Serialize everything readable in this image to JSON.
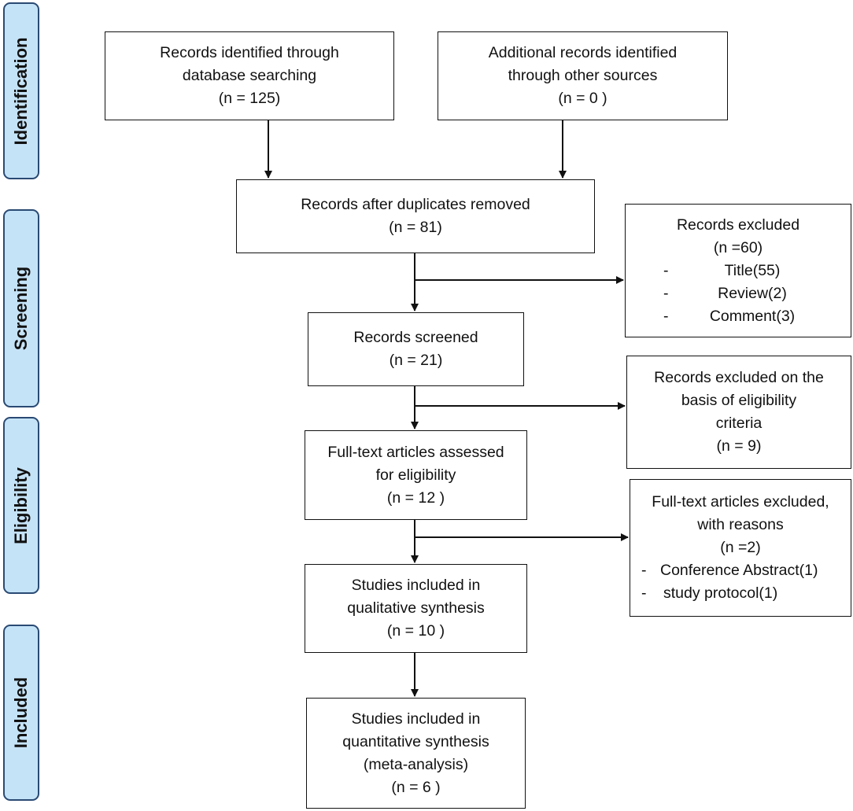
{
  "phases": {
    "identification": "Identification",
    "screening": "Screening",
    "eligibility": "Eligibility",
    "included": "Included"
  },
  "boxes": {
    "db_search": {
      "l1": "Records identified through",
      "l2": "database searching",
      "l3": "(n = 125)"
    },
    "other_sources": {
      "l1": "Additional records identified",
      "l2": "through other sources",
      "l3": "(n = 0 )"
    },
    "dup_removed": {
      "l1": "Records after duplicates removed",
      "l2": "(n = 81)"
    },
    "excluded": {
      "title": "Records excluded",
      "count": "(n =60)",
      "items": [
        "Title(55)",
        "Review(2)",
        "Comment(3)"
      ]
    },
    "screened": {
      "l1": "Records screened",
      "l2": "(n = 21)"
    },
    "excluded_elig": {
      "l1": "Records excluded on the",
      "l2": "basis of eligibility",
      "l3": "criteria",
      "l4": "(n = 9)"
    },
    "fulltext": {
      "l1": "Full-text articles assessed",
      "l2": "for eligibility",
      "l3": "(n = 12 )"
    },
    "fulltext_excluded": {
      "l1": "Full-text articles excluded,",
      "l2": "with reasons",
      "l3": "(n =2)",
      "items": [
        "Conference Abstract(1)",
        "study protocol(1)"
      ]
    },
    "qualitative": {
      "l1": "Studies included in",
      "l2": "qualitative synthesis",
      "l3": "(n = 10 )"
    },
    "quantitative": {
      "l1": "Studies included in",
      "l2": "quantitative synthesis",
      "l3": "(meta-analysis)",
      "l4": "(n = 6 )"
    }
  },
  "bullet": "-"
}
